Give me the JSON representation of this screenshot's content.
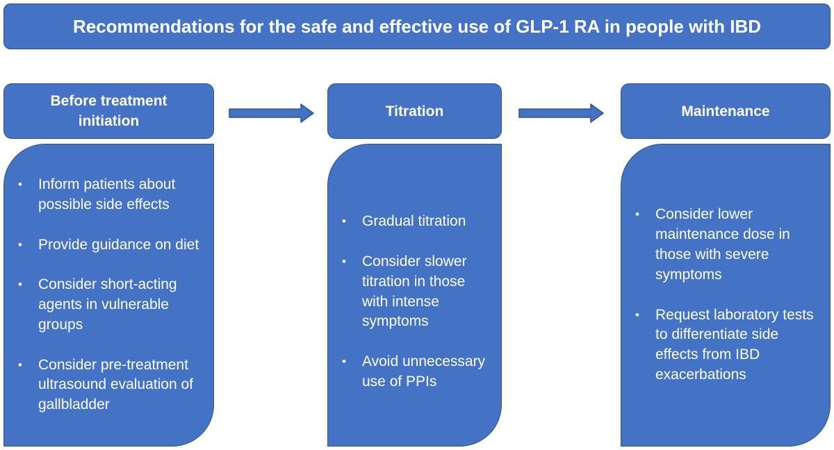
{
  "title": "Recommendations for the safe and effective use of GLP-1 RA in people with IBD",
  "colors": {
    "box_fill": "#4472c4",
    "box_border": "#2f528f",
    "text": "#ffffff"
  },
  "stages": [
    {
      "header": "Before treatment initiation",
      "items": [
        "Inform patients about possible side effects",
        "Provide guidance on diet",
        "Consider short-acting agents in vulnerable groups",
        "Consider pre-treatment ultrasound evaluation of gallbladder"
      ]
    },
    {
      "header": "Titration",
      "items": [
        "Gradual titration",
        "Consider slower titration in those with intense symptoms",
        "Avoid unnecessary use of PPIs"
      ]
    },
    {
      "header": "Maintenance",
      "items": [
        "Consider lower maintenance dose in those with severe symptoms",
        "Request laboratory tests to differentiate side effects from IBD exacerbations"
      ]
    }
  ]
}
